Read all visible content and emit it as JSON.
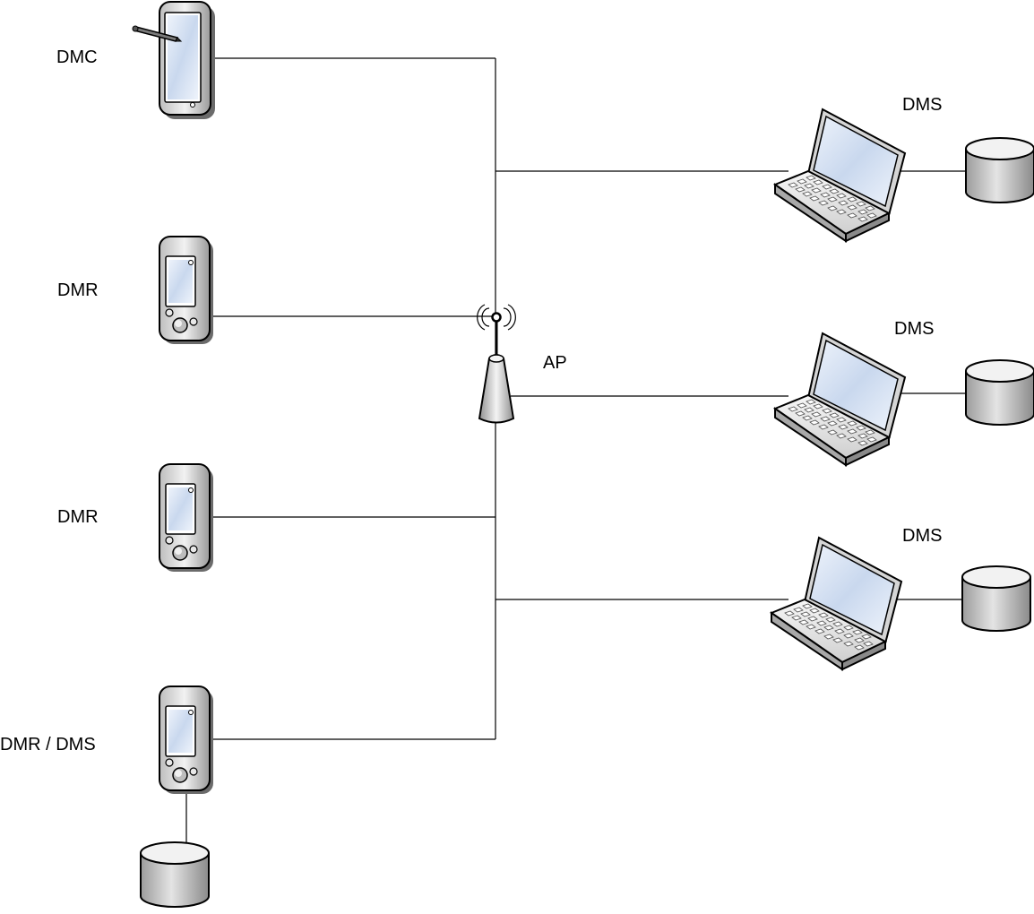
{
  "nodes": {
    "dmc": {
      "label": "DMC"
    },
    "dmr_1": {
      "label": "DMR"
    },
    "dmr_2": {
      "label": "DMR"
    },
    "dmr_dms": {
      "label": "DMR / DMS"
    },
    "access_point": {
      "label": "AP"
    },
    "dms_1": {
      "label": "DMS"
    },
    "dms_2": {
      "label": "DMS"
    },
    "dms_3": {
      "label": "DMS"
    }
  },
  "edges": [
    [
      "dmc",
      "access_point"
    ],
    [
      "dmr_1",
      "access_point"
    ],
    [
      "dmr_2",
      "access_point"
    ],
    [
      "dmr_dms",
      "access_point"
    ],
    [
      "dms_1",
      "access_point"
    ],
    [
      "dms_2",
      "access_point"
    ],
    [
      "dms_3",
      "access_point"
    ],
    [
      "dms_1",
      "storage"
    ],
    [
      "dms_2",
      "storage"
    ],
    [
      "dms_3",
      "storage"
    ],
    [
      "dmr_dms",
      "storage"
    ]
  ],
  "icons": {
    "dmc": "tablet-with-stylus-icon",
    "dmr": "pda-icon",
    "dms": "laptop-icon",
    "storage": "database-cylinder-icon",
    "access_point": "wireless-access-point-icon"
  }
}
